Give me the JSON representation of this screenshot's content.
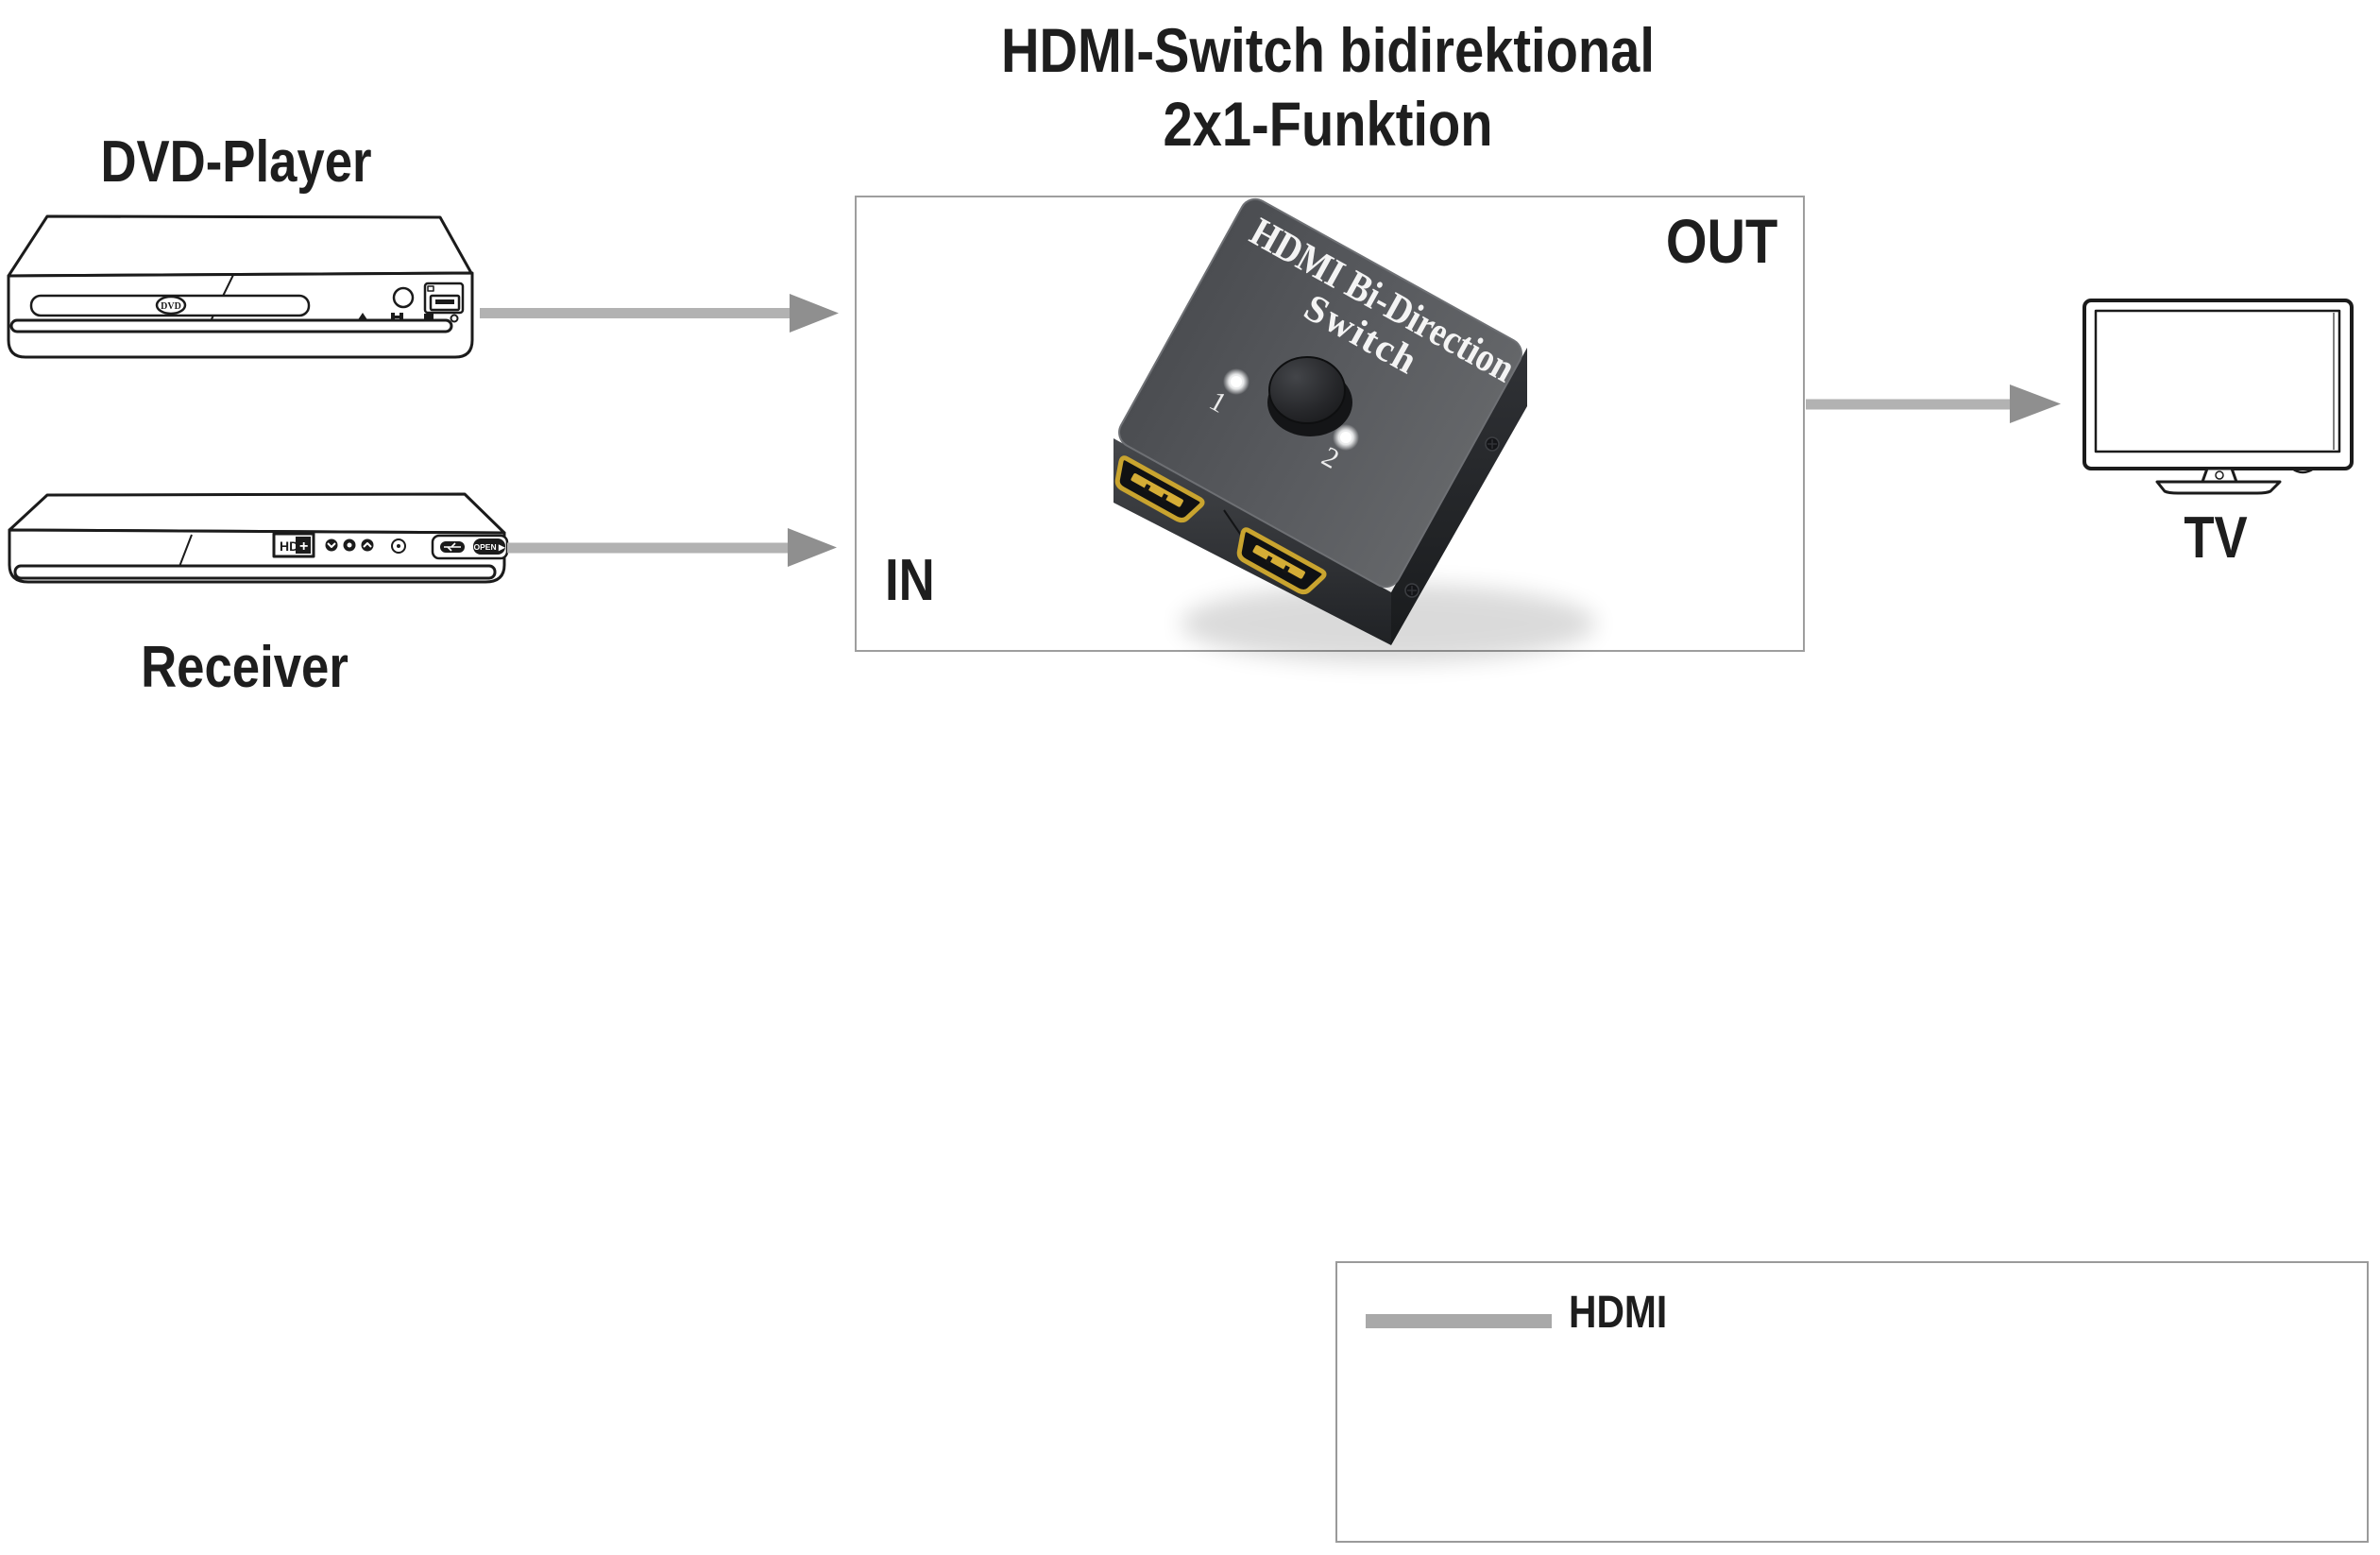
{
  "title": {
    "line1": "HDMI-Switch bidirektional",
    "line2": "2x1-Funktion"
  },
  "sources": {
    "dvd": {
      "label": "DVD-Player",
      "logo": "DVD"
    },
    "receiver": {
      "label": "Receiver",
      "badge_hd": "HD",
      "badge_plus": "+",
      "open_label": "OPEN ▶"
    }
  },
  "output_device": {
    "tv_label": "TV"
  },
  "switch_box": {
    "in_label": "IN",
    "out_label": "OUT",
    "device": {
      "text_line1": "HDMI Bi-Direction",
      "text_line2": "Switch",
      "led1_label": "1",
      "led2_label": "2"
    }
  },
  "legend": {
    "label": "HDMI",
    "swatch_color": "#a9a9a9"
  },
  "colors": {
    "arrow_line": "#b2b2b2",
    "arrow_head": "#8f8f8f",
    "box_border": "#9e9e9e",
    "device_top_gray": "#54565a",
    "hdmi_port_gold": "#c9a42f",
    "line_art": "#1b1b1b"
  }
}
